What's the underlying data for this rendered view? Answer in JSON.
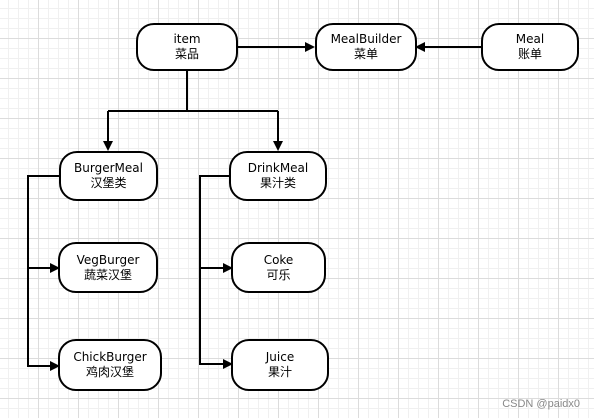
{
  "nodes": {
    "item": {
      "title": "item",
      "subtitle": "菜品"
    },
    "mealbuilder": {
      "title": "MealBuilder",
      "subtitle": "菜单"
    },
    "meal": {
      "title": "Meal",
      "subtitle": "账单"
    },
    "burgermeal": {
      "title": "BurgerMeal",
      "subtitle": "汉堡类"
    },
    "drinkmeal": {
      "title": "DrinkMeal",
      "subtitle": "果汁类"
    },
    "vegburger": {
      "title": "VegBurger",
      "subtitle": "蔬菜汉堡"
    },
    "coke": {
      "title": "Coke",
      "subtitle": "可乐"
    },
    "chickburger": {
      "title": "ChickBurger",
      "subtitle": "鸡肉汉堡"
    },
    "juice": {
      "title": "Juice",
      "subtitle": "果汁"
    }
  },
  "watermark": "CSDN @paidx0"
}
